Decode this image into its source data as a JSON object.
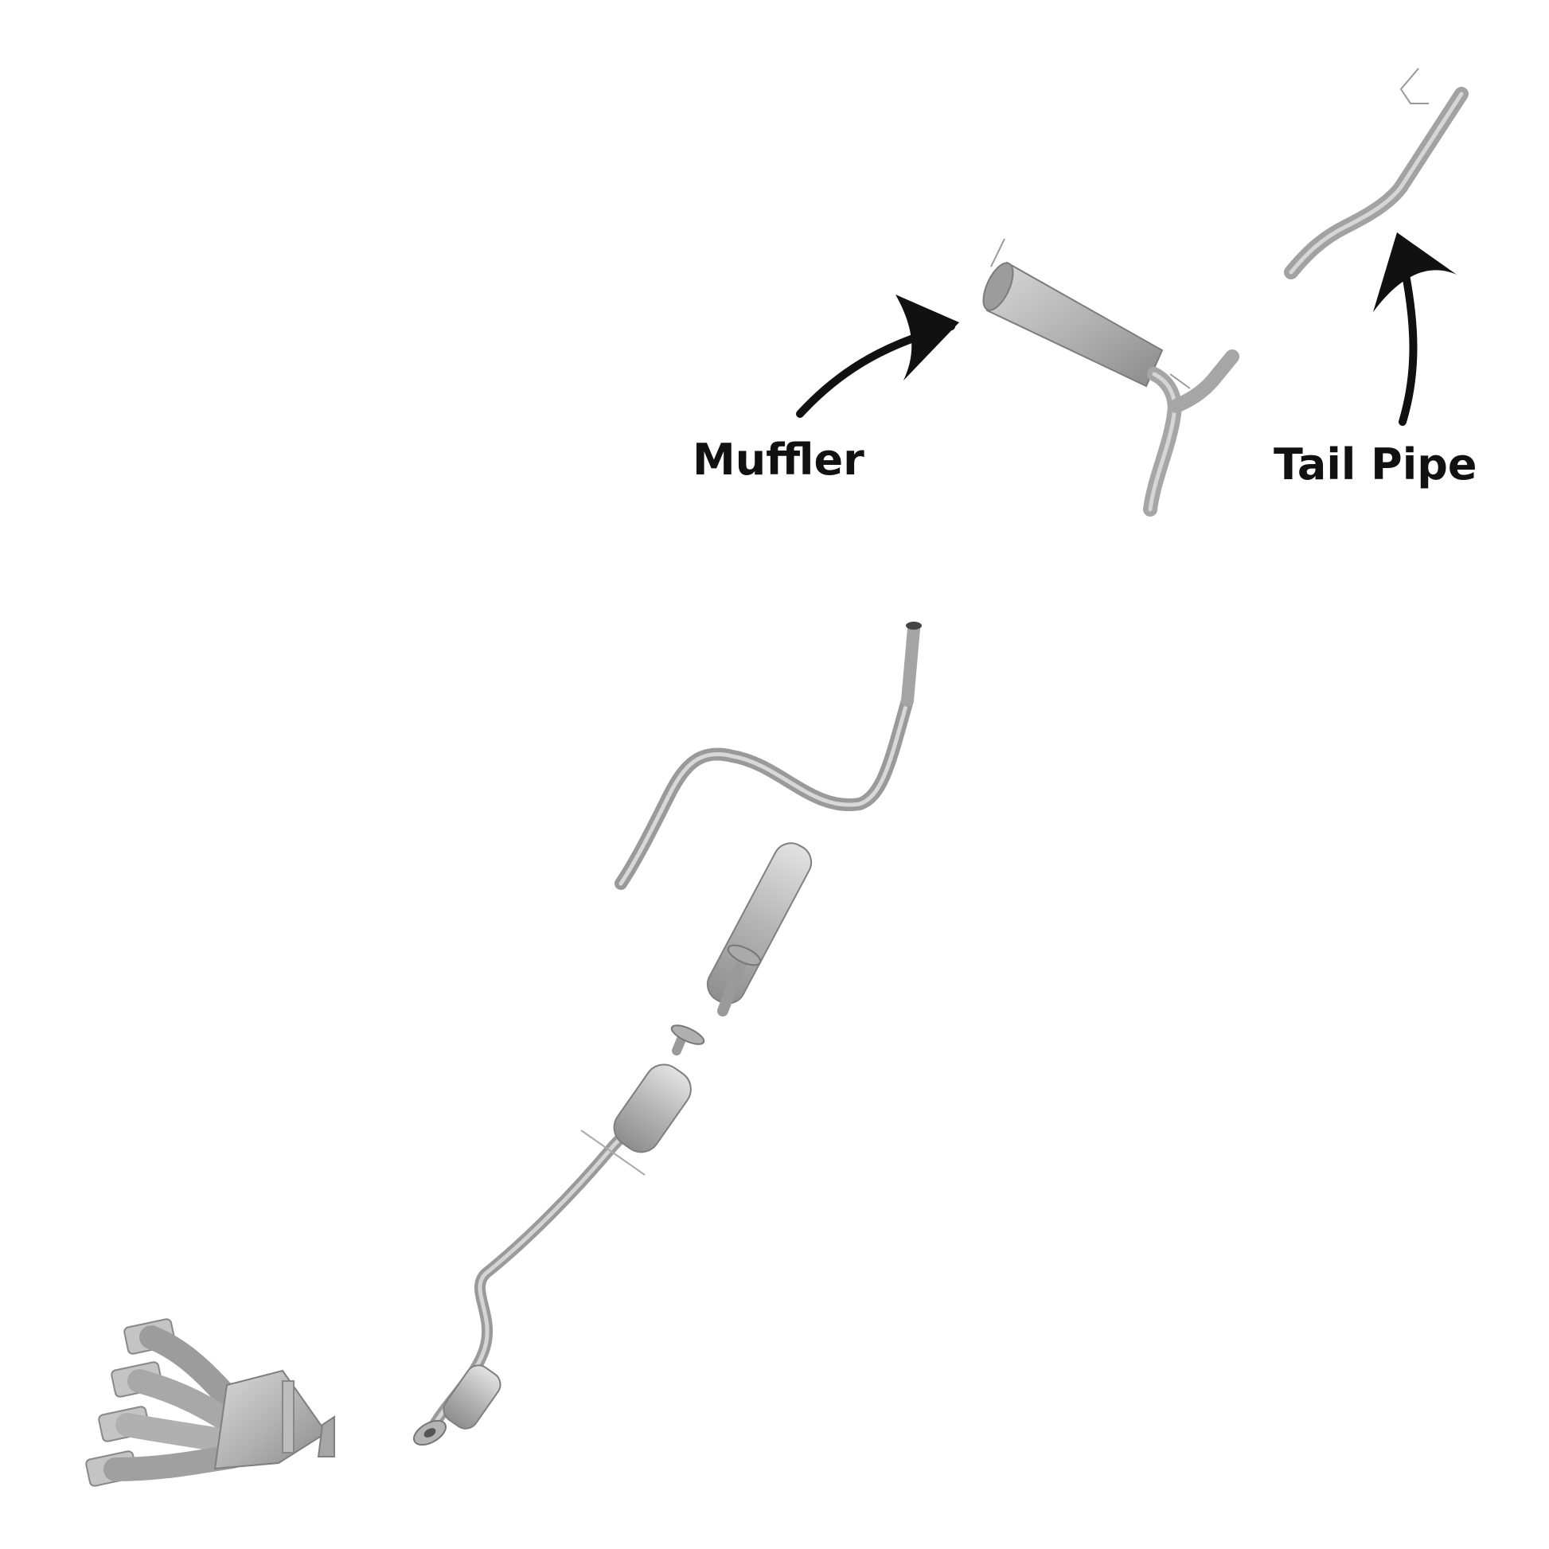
{
  "labels": {
    "muffler": "Muffler",
    "tail_pipe": "Tail Pipe"
  },
  "colors": {
    "metal": "#b8b8b8",
    "metal_dark": "#8f8f8f",
    "metal_light": "#d6d6d6",
    "arrow": "#111111",
    "background": "#ffffff"
  },
  "parts": [
    "exhaust-manifold-with-catalytic-converter",
    "front-pipe-with-converter",
    "intermediate-pipe-with-resonator",
    "muffler",
    "tail-pipe"
  ]
}
